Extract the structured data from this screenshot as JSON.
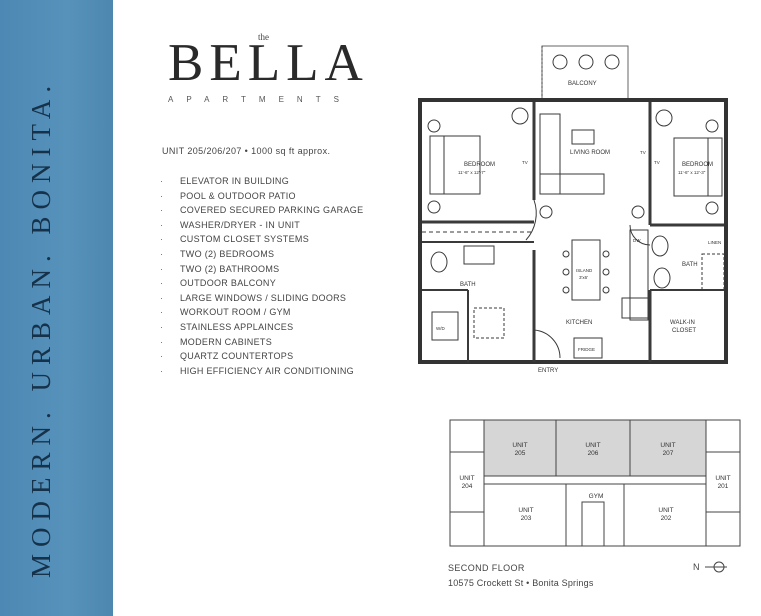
{
  "sidebar": {
    "tagline": "MODERN. URBAN. BONITA."
  },
  "header": {
    "the": "the",
    "brand": "BELLA",
    "sub": "APARTMENTS"
  },
  "unit_line": "UNIT 205/206/207 • 1000 sq ft approx.",
  "features": [
    "ELEVATOR IN BUILDING",
    "POOL & OUTDOOR PATIO",
    "COVERED SECURED PARKING GARAGE",
    "WASHER/DRYER - IN UNIT",
    "CUSTOM CLOSET SYSTEMS",
    "TWO (2) BEDROOMS",
    "TWO (2) BATHROOMS",
    "OUTDOOR BALCONY",
    "LARGE WINDOWS / SLIDING DOORS",
    "WORKOUT ROOM / GYM",
    "STAINLESS APPLAINCES",
    "MODERN CABINETS",
    "QUARTZ COUNTERTOPS",
    "HIGH EFFICIENCY AIR CONDITIONING"
  ],
  "plan": {
    "balcony": "BALCONY",
    "bedroom_left": "BEDROOM",
    "bedroom_left_dim": "11'-6\" x 12'-7\"",
    "living": "LIVING ROOM",
    "bedroom_right": "BEDROOM",
    "bedroom_right_dim": "11'-6\" x 12'-3\"",
    "tv": "TV",
    "dw": "DW",
    "linen": "LINEN",
    "island": "ISLAND",
    "island_dim": "3'x6'",
    "bath": "BATH",
    "kitchen": "KITCHEN",
    "walk_in_1": "WALK-IN",
    "walk_in_2": "CLOSET",
    "wd": "W/D",
    "fridge": "FRIDGE",
    "entry": "ENTRY"
  },
  "key": {
    "unit_word": "UNIT",
    "unit_205": "205",
    "unit_206": "206",
    "unit_207": "207",
    "unit_204": "204",
    "unit_201": "201",
    "unit_203": "203",
    "unit_202": "202",
    "gym": "GYM"
  },
  "floor_label": "SECOND FLOOR",
  "address": "10575 Crockett St • Bonita Springs",
  "north": "N"
}
